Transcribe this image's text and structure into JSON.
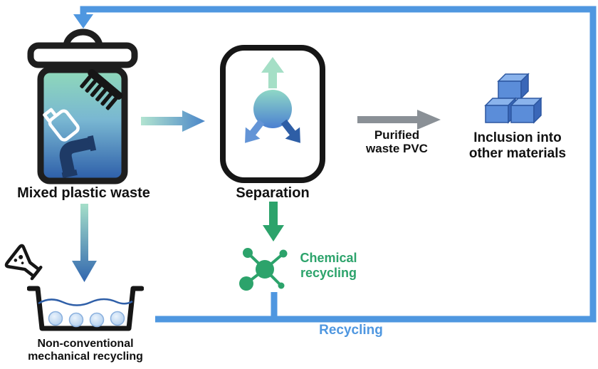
{
  "labels": {
    "mixed_plastic_waste": "Mixed plastic waste",
    "separation": "Separation",
    "purified_waste_pvc": "Purified waste PVC",
    "inclusion_into_other_materials": "Inclusion into other materials",
    "non_conventional_mechanical_recycling": "Non-conventional mechanical recycling",
    "chemical_recycling": "Chemical recycling",
    "recycling": "Recycling"
  },
  "colors": {
    "recycling_loop_blue": "#4f97e0",
    "chemical_green": "#2ca36b",
    "purified_arrow_gray": "#8a9096",
    "gradient_teal": "#a5dfc9",
    "gradient_blue": "#3a6fb5",
    "cube_blue": "#5b8dd9",
    "bin_gradient_top": "#8fd9b9",
    "bin_gradient_bottom": "#2b5ca8",
    "outline_black": "#161616",
    "background": "#ffffff"
  },
  "icons": {
    "loop": "recycling-loop-arrow",
    "trash_bin": "trash-bin-icon",
    "comb": "comb-icon",
    "bottle": "bottle-icon",
    "pipe": "pipe-icon",
    "separation_splitter": "separation-box-icon",
    "cubes": "material-cubes-icon",
    "flask": "flask-icon",
    "basin": "basin-icon",
    "molecule": "molecule-icon"
  }
}
